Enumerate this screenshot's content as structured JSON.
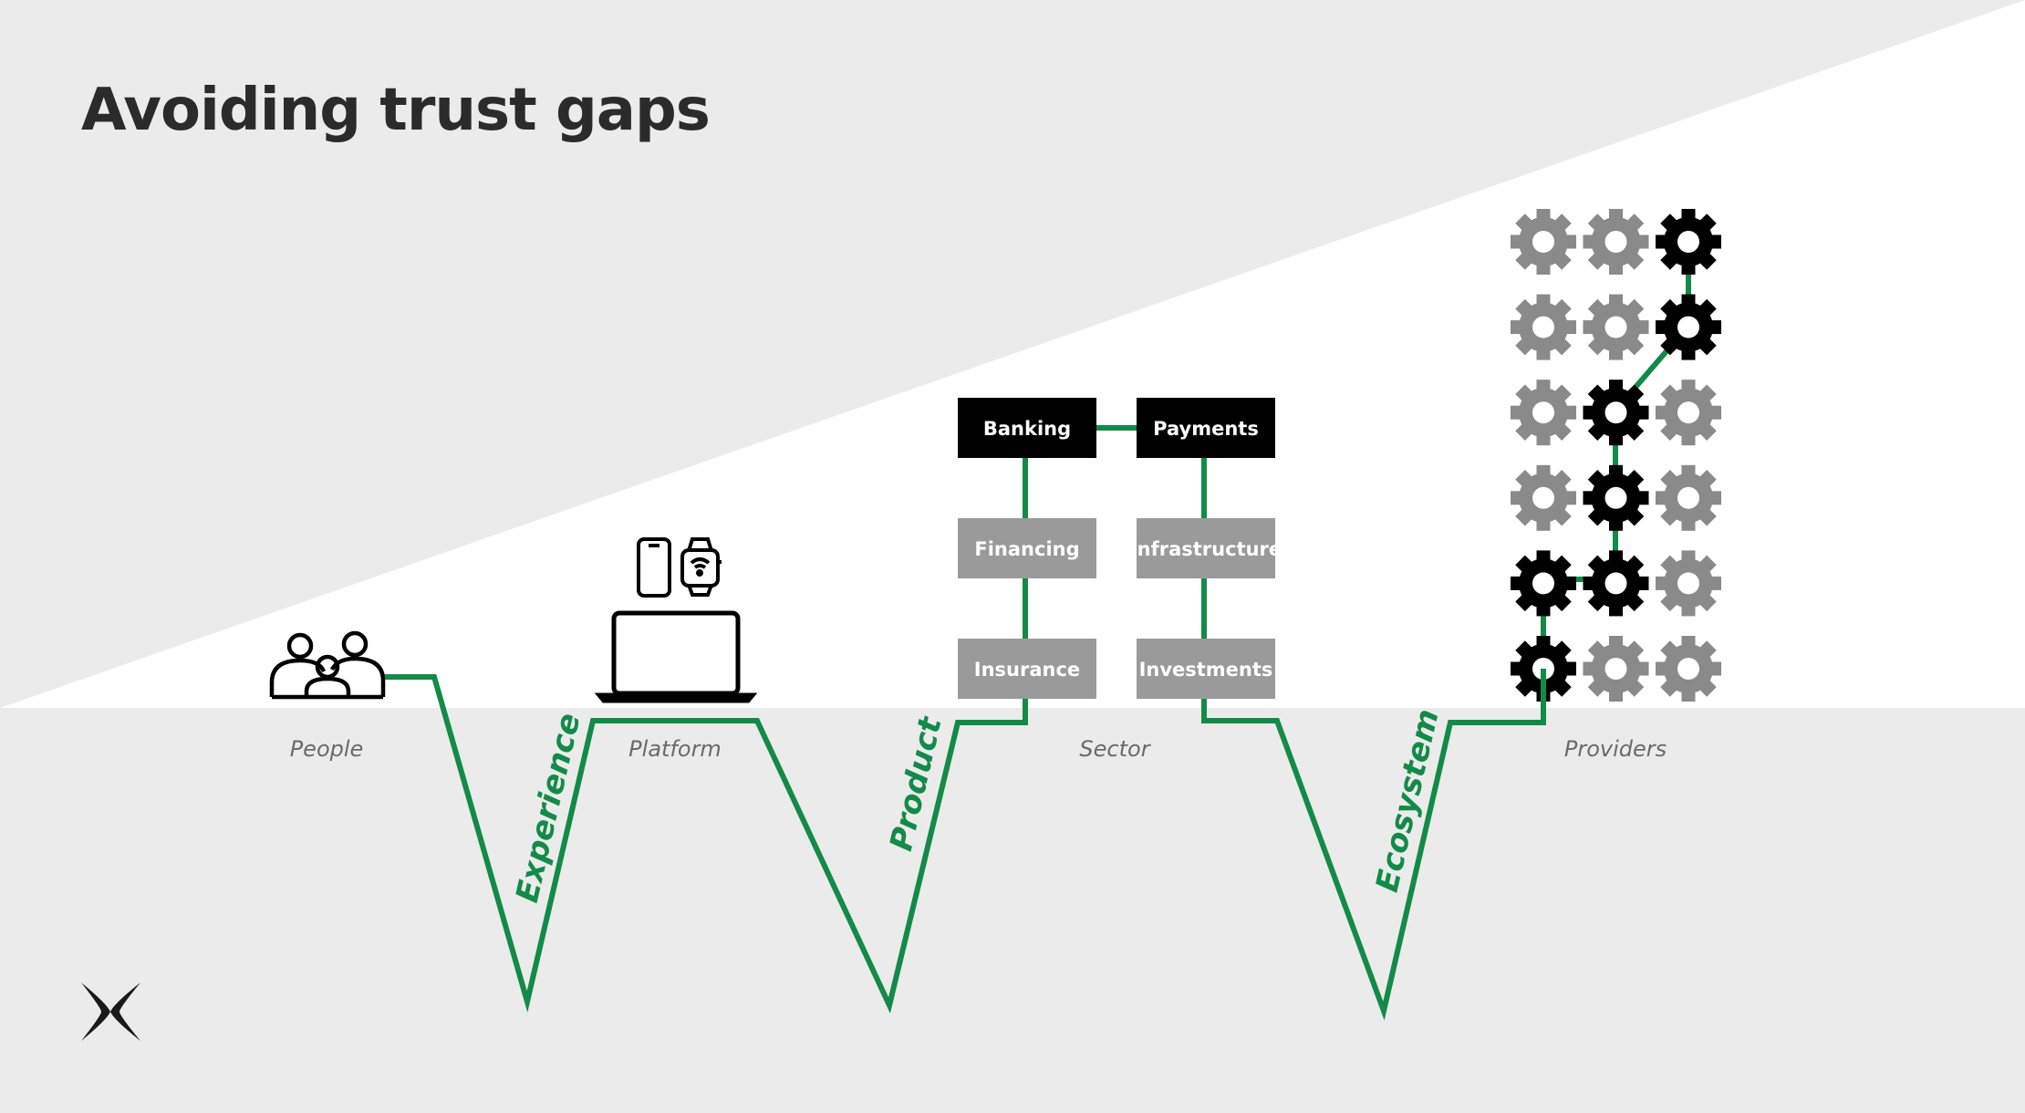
{
  "title": "Avoiding trust gaps",
  "stages": [
    "People",
    "Platform",
    "Sector",
    "Providers"
  ],
  "gaps": [
    "Experience",
    "Product",
    "Ecosystem"
  ],
  "sector_boxes": {
    "top": [
      "Banking",
      "Payments"
    ],
    "middle": [
      "Financing",
      "Infrastructure"
    ],
    "bottom": [
      "Insurance",
      "Investments"
    ]
  },
  "provider_grid": {
    "rows": 6,
    "cols": 3,
    "active": [
      [
        0,
        2
      ],
      [
        1,
        2
      ],
      [
        2,
        1
      ],
      [
        3,
        1
      ],
      [
        4,
        0
      ],
      [
        4,
        1
      ],
      [
        5,
        0
      ]
    ]
  },
  "colors": {
    "background": "#ebebeb",
    "wedge": "#ffffff",
    "path": "#138b48",
    "box_dark": "#000000",
    "box_grey": "#9a9a9a",
    "gear_inactive": "#8a8a8a",
    "gear_active": "#000000"
  },
  "icons": [
    "people-icon",
    "phone-icon",
    "smartwatch-icon",
    "laptop-icon",
    "gear-icon",
    "logo-star-icon"
  ]
}
